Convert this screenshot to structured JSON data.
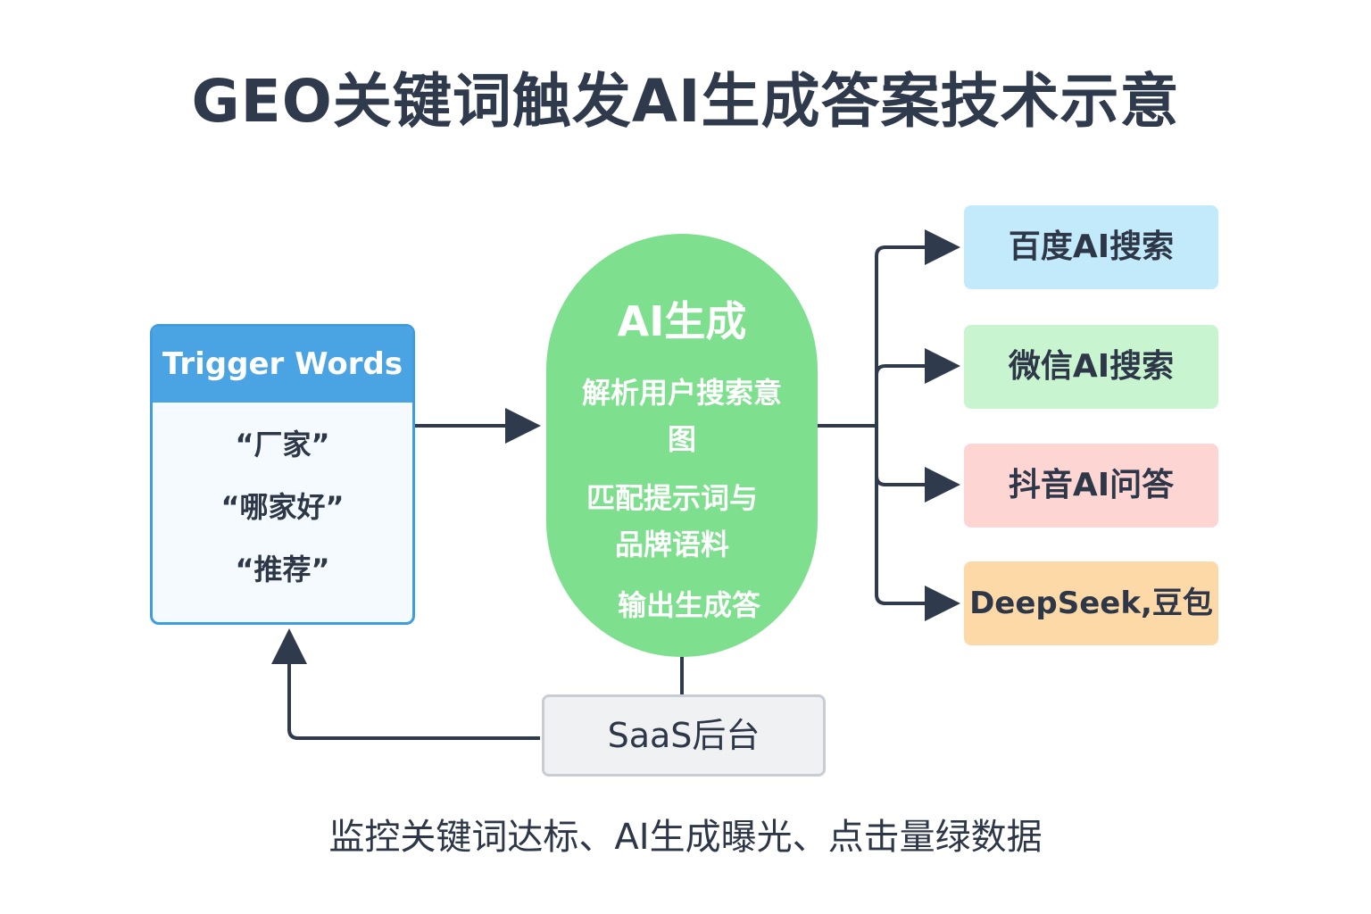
{
  "title": "GEO关键词触发AI生成答案技术示意",
  "trigger": {
    "header": "Trigger Words",
    "words": [
      "“厂家”",
      "“哪家好”",
      "“推荐”"
    ]
  },
  "ai": {
    "title": "AI生成",
    "steps": [
      "解析用户搜索意图",
      "匹配提示词与品牌语料",
      "输出生成答"
    ]
  },
  "platforms": [
    {
      "label": "百度AI搜索",
      "color": "#c3eafb"
    },
    {
      "label": "微信AI搜索",
      "color": "#c8f4d0"
    },
    {
      "label": "抖音AI问答",
      "color": "#fdd5d2"
    },
    {
      "label": "DeepSeek,豆包",
      "color": "#fdd9a8"
    }
  ],
  "saas": {
    "label": "SaaS后台"
  },
  "footer": "监控关键词达标、AI生成曝光、点击量绿数据",
  "colors": {
    "line": "#2f3b4c",
    "trigger_border": "#3d9de0",
    "ai_fill": "#7edf8e"
  }
}
